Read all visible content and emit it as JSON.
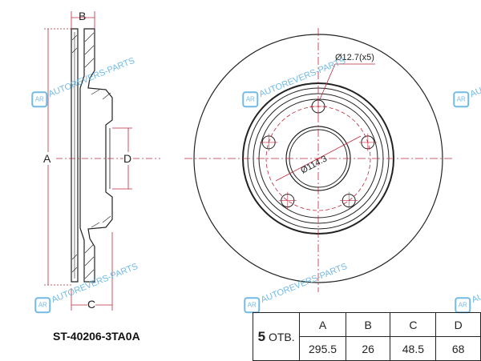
{
  "part_number": "ST-40206-3TA0A",
  "dimension_labels": {
    "a": "A",
    "b": "B",
    "c": "C",
    "d": "D"
  },
  "bolt_hole_label": "Ø12.7(x5)",
  "pcd_label": "Ø114.3",
  "watermark": {
    "logo": "AR",
    "text": "AUTOREVERS-PARTS"
  },
  "table": {
    "holes_count": "5",
    "holes_unit": "ОТВ.",
    "headers": [
      "A",
      "B",
      "C",
      "D"
    ],
    "values": [
      "295.5",
      "26",
      "48.5",
      "68"
    ]
  },
  "colors": {
    "dimension": "#c0283a",
    "outline": "#222222",
    "watermark": "#5aaee0"
  }
}
